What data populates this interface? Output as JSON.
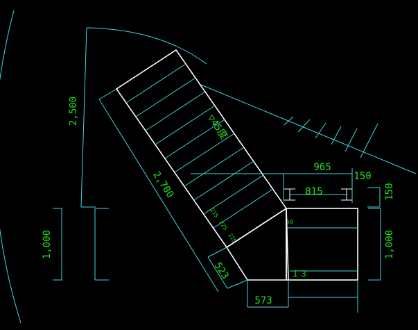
{
  "drawing": {
    "colors": {
      "background": "#000000",
      "geometry": "#ffffff",
      "dimension": "#3fd9e0",
      "text": "#22e022"
    },
    "dimensions": {
      "d2500": "2,500",
      "d2700": "2,700",
      "d965": "965",
      "d150_top": "150",
      "d815": "815",
      "d150_right": "150",
      "d1000_left": "1,000",
      "d1000_right": "1,000",
      "d523": "523",
      "d573": "573"
    },
    "annotations": {
      "slope": "▽45度",
      "small_a": "225",
      "small_b": "225",
      "small_c": "225",
      "small_50": "50",
      "small_13": "１３"
    }
  }
}
